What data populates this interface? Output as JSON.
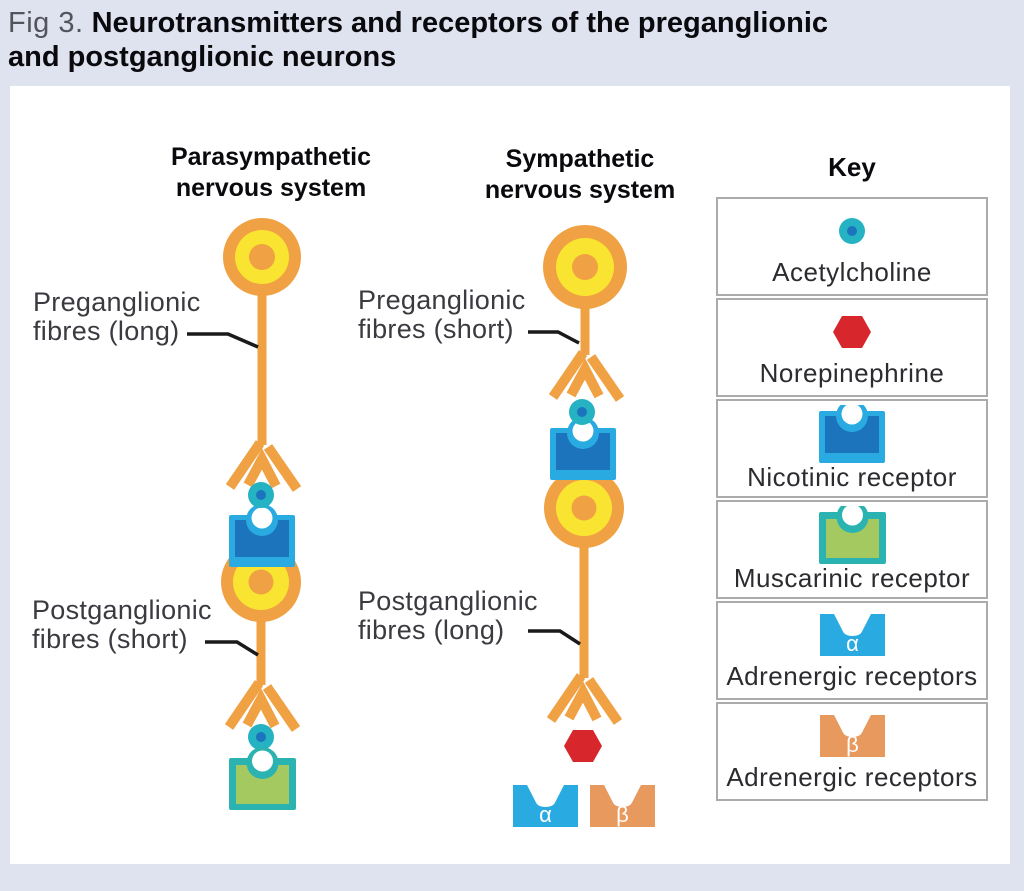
{
  "title": {
    "prefix": "Fig 3.",
    "line1": "Neurotransmitters and receptors of the preganglionic",
    "line2": "and postganglionic neurons"
  },
  "diagram": {
    "parasympathetic": {
      "heading1": "Parasympathetic",
      "heading2": "nervous system",
      "pre_label1": "Preganglionic",
      "pre_label2": "fibres (long)",
      "post_label1": "Postganglionic",
      "post_label2": "fibres (short)"
    },
    "sympathetic": {
      "heading1": "Sympathetic",
      "heading2": "nervous system",
      "pre_label1": "Preganglionic",
      "pre_label2": "fibres (short)",
      "post_label1": "Postganglionic",
      "post_label2": "fibres (long)",
      "alpha": "α",
      "beta": "β"
    }
  },
  "key": {
    "title": "Key",
    "items": [
      {
        "icon": "acetylcholine-icon",
        "label": "Acetylcholine"
      },
      {
        "icon": "norepinephrine-icon",
        "label": "Norepinephrine"
      },
      {
        "icon": "nicotinic-receptor-icon",
        "label": "Nicotinic receptor"
      },
      {
        "icon": "muscarinic-receptor-icon",
        "label": "Muscarinic receptor"
      },
      {
        "icon": "adrenergic-alpha-receptor-icon",
        "label": "Adrenergic receptors",
        "symbol": "α"
      },
      {
        "icon": "adrenergic-beta-receptor-icon",
        "label": "Adrenergic receptors",
        "symbol": "β"
      }
    ]
  },
  "colors": {
    "orange": "#efa143",
    "yellow": "#f9e531",
    "teal": "#25b2c3",
    "dkblue": "#1b74bc",
    "ltblue": "#29abe2",
    "tealgrn": "#2bb3b1",
    "green": "#a4c961",
    "red": "#d8262d",
    "borange": "#e8995e",
    "bg": "#dfe2ef",
    "panel": "#ffffff",
    "keyborder": "#ababab",
    "leader": "#1a1a1a"
  }
}
